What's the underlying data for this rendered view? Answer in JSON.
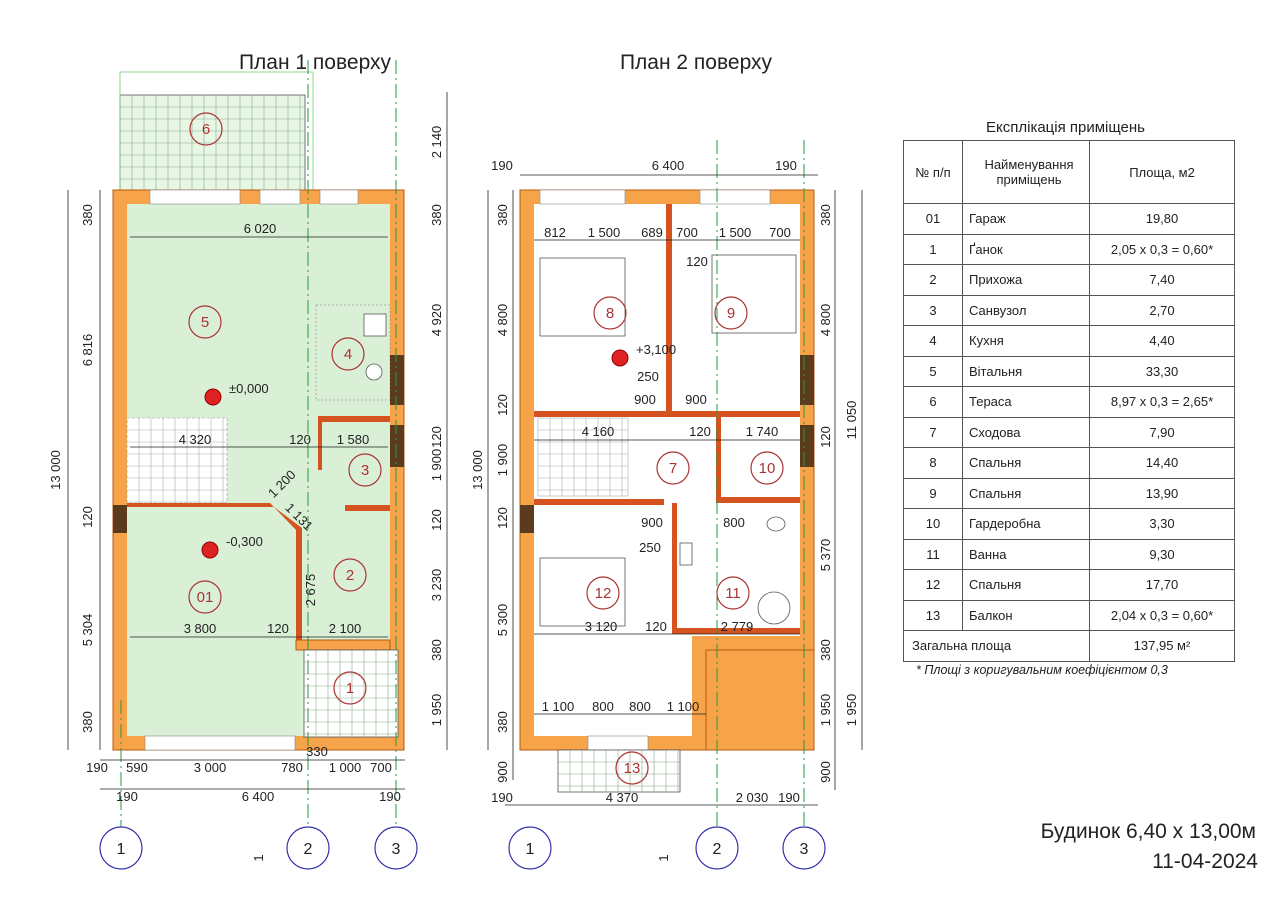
{
  "plan1": {
    "title": "План 1 поверху",
    "rooms": [
      "5",
      "4",
      "3",
      "2",
      "01",
      "6",
      "1"
    ],
    "elevations": [
      "±0,000",
      "-0,300"
    ],
    "dims": [
      "6 020",
      "4 320",
      "120",
      "1 580",
      "1 200",
      "1 131",
      "2 675",
      "3 800",
      "120",
      "2 100",
      "190",
      "590",
      "3 000",
      "780",
      "330",
      "1 000",
      "700",
      "190",
      "6 400",
      "190",
      "380",
      "6 816",
      "13 000",
      "120",
      "5 304",
      "380",
      "2 140",
      "380",
      "4 920",
      "120",
      "1 900",
      "120",
      "3 230",
      "380",
      "1 950"
    ],
    "axes": [
      "1",
      "2",
      "3"
    ],
    "section_mark": "1"
  },
  "plan2": {
    "title": "План 2 поверху",
    "rooms": [
      "8",
      "9",
      "7",
      "10",
      "12",
      "11",
      "13"
    ],
    "elevations": [
      "+3,100"
    ],
    "dims": [
      "190",
      "6 400",
      "190",
      "812",
      "1 500",
      "689",
      "700",
      "1 500",
      "700",
      "120",
      "250",
      "900",
      "900",
      "4 160",
      "120",
      "1 740",
      "900",
      "800",
      "250",
      "3 120",
      "120",
      "2 779",
      "1 100",
      "800",
      "800",
      "1 100",
      "380",
      "4 800",
      "120",
      "1 900",
      "120",
      "5 300",
      "380",
      "13 000",
      "900",
      "380",
      "4 800",
      "120",
      "5 370",
      "380",
      "1 950",
      "900",
      "11 050",
      "1 950",
      "190",
      "4 370",
      "2 030",
      "190"
    ],
    "axes": [
      "1",
      "2",
      "3"
    ],
    "section_mark": "1"
  },
  "explication": {
    "title": "Експлікація приміщень",
    "headers": [
      "№ п/п",
      "Найменування приміщень",
      "Площа, м2"
    ],
    "rows": [
      [
        "01",
        "Гараж",
        "19,80"
      ],
      [
        "1",
        "Ґанок",
        "2,05 х 0,3 = 0,60*"
      ],
      [
        "2",
        "Прихожа",
        "7,40"
      ],
      [
        "3",
        "Санвузол",
        "2,70"
      ],
      [
        "4",
        "Кухня",
        "4,40"
      ],
      [
        "5",
        "Вітальня",
        "33,30"
      ],
      [
        "6",
        "Тераса",
        "8,97 х 0,3 = 2,65*"
      ],
      [
        "7",
        "Сходова",
        "7,90"
      ],
      [
        "8",
        "Спальня",
        "14,40"
      ],
      [
        "9",
        "Спальня",
        "13,90"
      ],
      [
        "10",
        "Гардеробна",
        "3,30"
      ],
      [
        "11",
        "Ванна",
        "9,30"
      ],
      [
        "12",
        "Спальня",
        "17,70"
      ],
      [
        "13",
        "Балкон",
        "2,04 х 0,3 = 0,60*"
      ]
    ],
    "total_label": "Загальна площа",
    "total_value": "137,95 м²",
    "note": "* Площі з коригувальним коефіцієнтом 0,3"
  },
  "stamp": {
    "building": "Будинок  6,40 х 13,00м",
    "date": "11-04-2024"
  },
  "colors": {
    "wall": "#f6a34a",
    "floor": "#d9f0d6",
    "room_label": "#aa3333",
    "axis_line": "#2a9a3a"
  }
}
